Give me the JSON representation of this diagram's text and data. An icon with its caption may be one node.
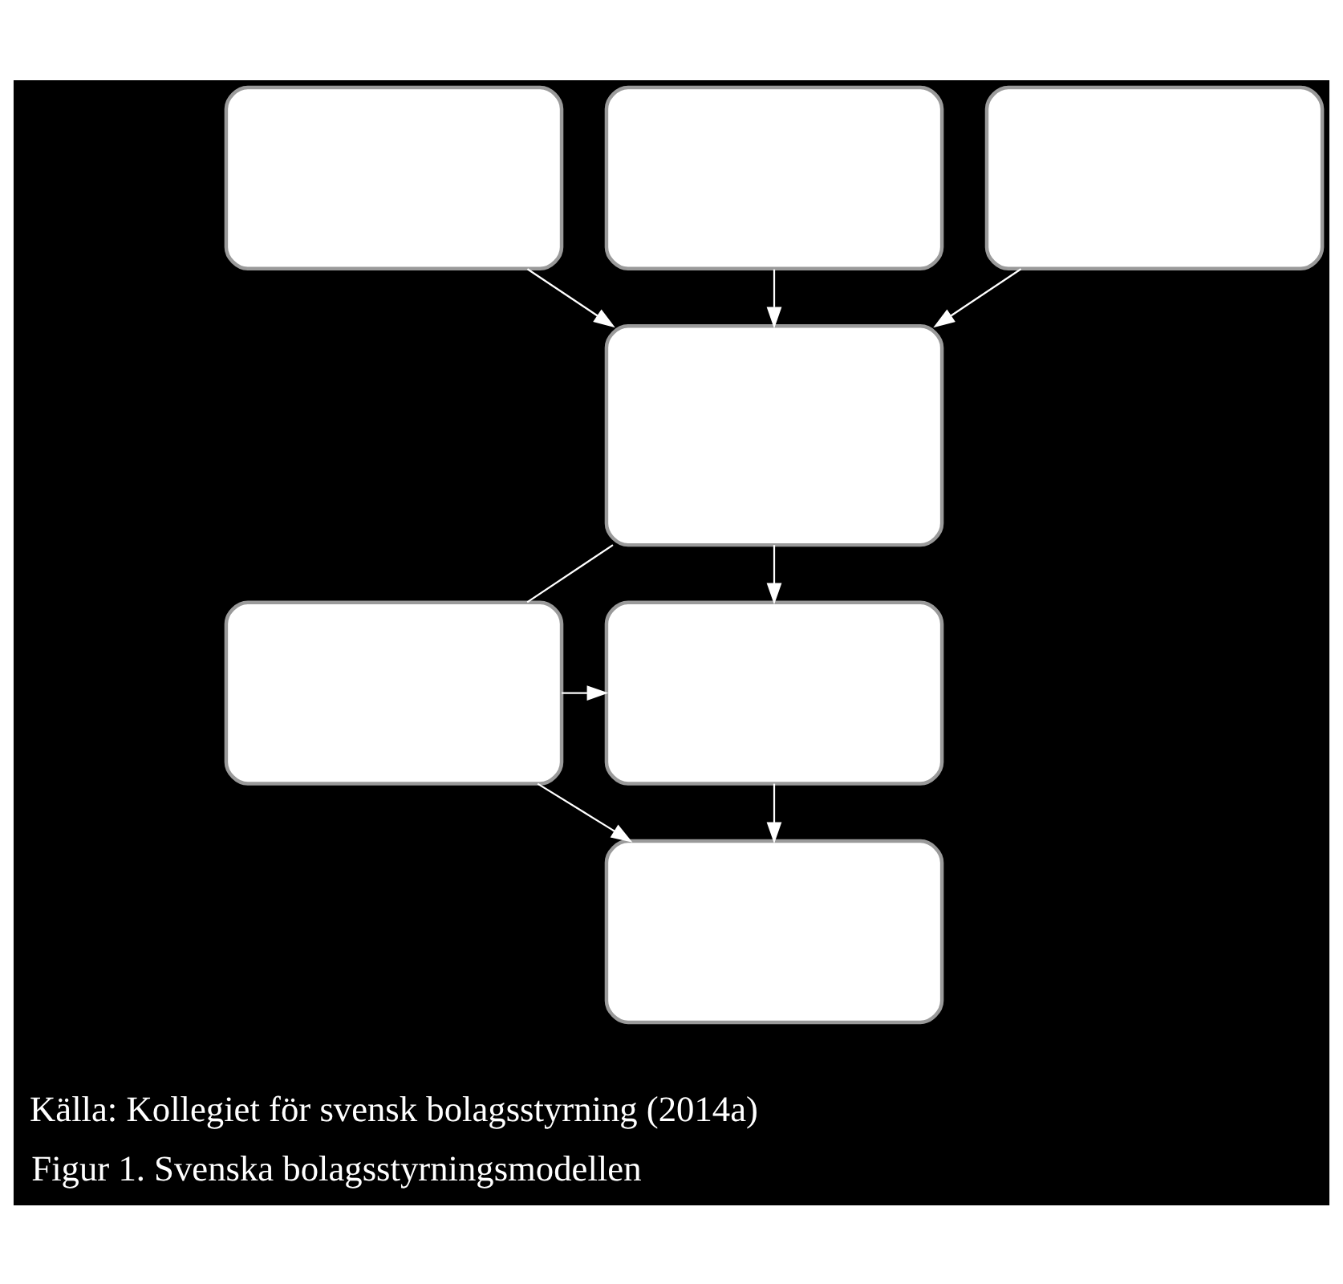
{
  "diagram": {
    "caption": "Figur 1. Svenska bolagsstyrningsmodellen",
    "nodes": [
      {
        "text": [],
        "shape": "box"
      },
      {
        "text": [],
        "shape": "box"
      },
      {
        "text": [],
        "shape": "box"
      },
      {
        "text": [],
        "shape": "box"
      },
      {
        "text": [],
        "shape": "box"
      },
      {
        "text": [],
        "shape": "box"
      },
      {
        "text": [],
        "shape": "box"
      }
    ],
    "edges": [
      {
        "from": 0,
        "to": 3,
        "arrow": "to"
      },
      {
        "from": 1,
        "to": 3,
        "arrow": "to"
      },
      {
        "from": 2,
        "to": 3,
        "arrow": "to"
      },
      {
        "from": 3,
        "to": 4,
        "arrow": "none"
      },
      {
        "from": 3,
        "to": 5,
        "arrow": "to"
      },
      {
        "from": 4,
        "to": 5,
        "arrow": "to"
      },
      {
        "from": 5,
        "to": 6,
        "arrow": "to"
      },
      {
        "from": 4,
        "to": 6,
        "arrow": "to"
      }
    ],
    "labels": [
      "Källa: Kollegiet för svensk bolagsstyrning (2014a)"
    ]
  }
}
